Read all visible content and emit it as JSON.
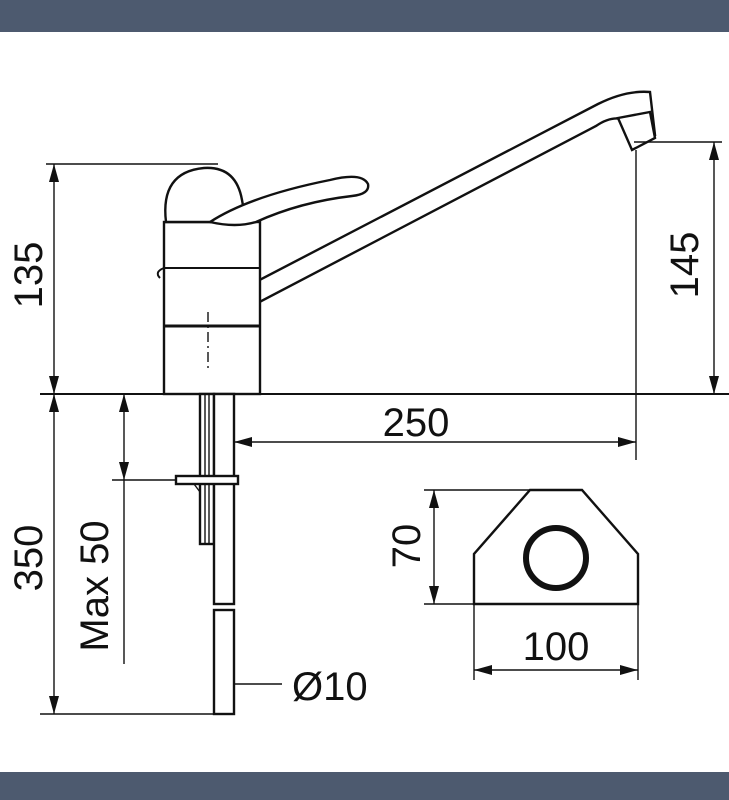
{
  "frame": {
    "band_color": "#4d5a6f"
  },
  "dimensions": {
    "base_height": "135",
    "spout_height": "145",
    "spout_reach": "250",
    "pipe_length": "350",
    "deck_thickness": "Max 50",
    "pipe_diameter": "Ø10",
    "plate_depth": "70",
    "plate_width": "100"
  }
}
